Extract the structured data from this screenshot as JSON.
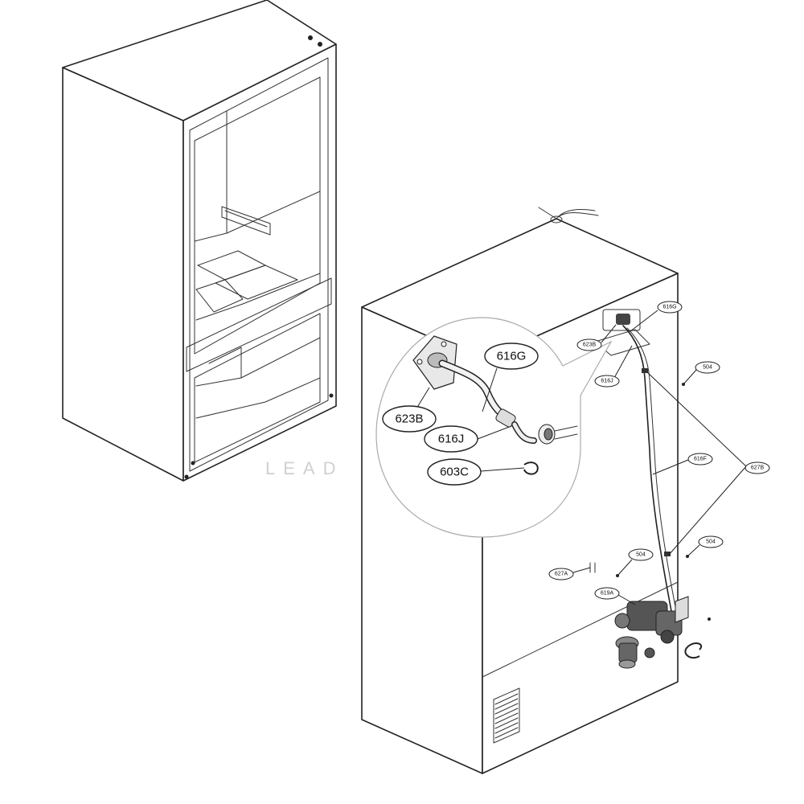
{
  "watermark": "LEAD",
  "callouts_detail": {
    "c623B": "623B",
    "c616G": "616G",
    "c616J": "616J",
    "c603C": "603C"
  },
  "callouts_main": {
    "c623B": "623B",
    "c616G": "616G",
    "c616J": "616J",
    "c504a": "504",
    "c616F": "616F",
    "c627B": "627B",
    "c504b": "504",
    "c504c": "504",
    "c627A": "627A",
    "c619A": "619A"
  }
}
